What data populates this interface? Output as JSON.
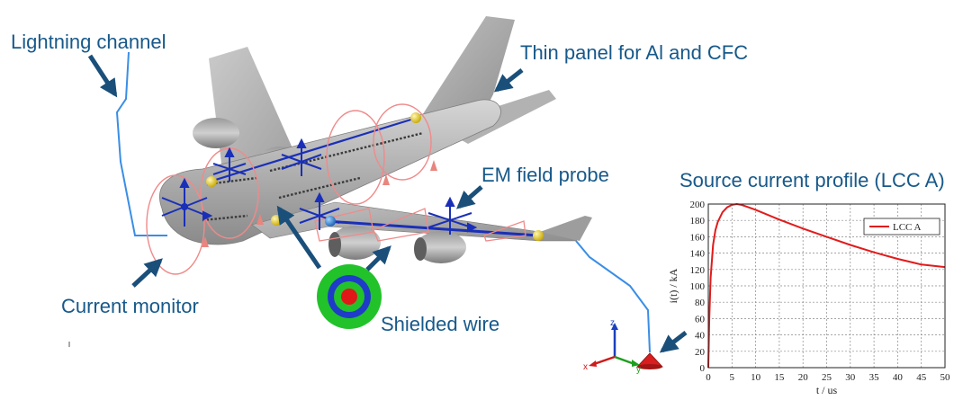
{
  "labels": {
    "lightning_channel": "Lightning channel",
    "thin_panel": "Thin panel for Al and CFC",
    "em_field_probe": "EM field probe",
    "current_monitor": "Current monitor",
    "shielded_wire": "Shielded wire",
    "source_current_profile": "Source current profile (LCC A)"
  },
  "axis_triad": {
    "x": "x",
    "y": "y",
    "z": "z"
  },
  "colors": {
    "label_text": "#17598a",
    "arrow": "#1a4f7a",
    "lightning_path": "#3a8ee6",
    "aircraft_body": "#a9a9a9",
    "monitor_ring": "#f08a8a",
    "probe": "#1a2fb8",
    "junction": "#e8cf1e",
    "curve": "#e21b1b",
    "wire_outer": "#22c22a",
    "wire_shield": "#1e3cc8",
    "wire_core": "#e01818"
  },
  "chart_data": {
    "type": "line",
    "xlabel": "t / us",
    "ylabel": "i(t) / kA",
    "xlim": [
      0,
      50
    ],
    "ylim": [
      0,
      200
    ],
    "xticks": [
      0,
      5,
      10,
      15,
      20,
      25,
      30,
      35,
      40,
      45,
      50
    ],
    "yticks": [
      0,
      20,
      40,
      60,
      80,
      100,
      120,
      140,
      160,
      180,
      200
    ],
    "grid": true,
    "legend_position": "top-right",
    "series": [
      {
        "name": "LCC A",
        "x": [
          0,
          0.2,
          0.5,
          1,
          1.5,
          2,
          3,
          4,
          5,
          6,
          7,
          8,
          10,
          15,
          20,
          25,
          30,
          35,
          40,
          45,
          50
        ],
        "y": [
          0,
          60,
          110,
          150,
          168,
          178,
          190,
          196,
          199,
          200,
          199,
          197,
          193,
          181,
          170,
          160,
          150,
          141,
          133,
          126,
          123
        ]
      }
    ]
  }
}
